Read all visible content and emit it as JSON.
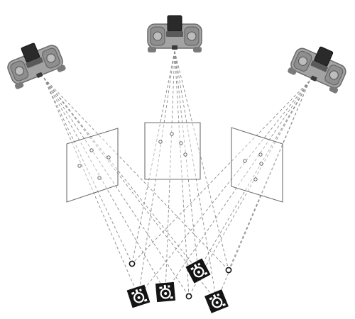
{
  "diagram": {
    "cameras": [
      {
        "name": "camera-left-icon"
      },
      {
        "name": "camera-center-icon"
      },
      {
        "name": "camera-right-icon"
      }
    ],
    "image_planes": [
      {
        "name": "image-plane-left"
      },
      {
        "name": "image-plane-center"
      },
      {
        "name": "image-plane-right"
      }
    ],
    "markers": [
      {
        "name": "aruco-marker-left-icon"
      },
      {
        "name": "aruco-marker-center-icon"
      },
      {
        "name": "aruco-marker-upper-right-icon"
      },
      {
        "name": "aruco-marker-lower-right-icon"
      }
    ],
    "points": [
      {
        "name": "point-upper-left"
      },
      {
        "name": "point-upper-right"
      },
      {
        "name": "point-center-bottom"
      }
    ],
    "colors": {
      "line": "#8a8a8a",
      "plane": "#707070",
      "camera_body": "#8f8f8f",
      "camera_dark": "#4a4a4a",
      "camera_lens": "#1c1c1c",
      "marker": "#141414"
    }
  }
}
